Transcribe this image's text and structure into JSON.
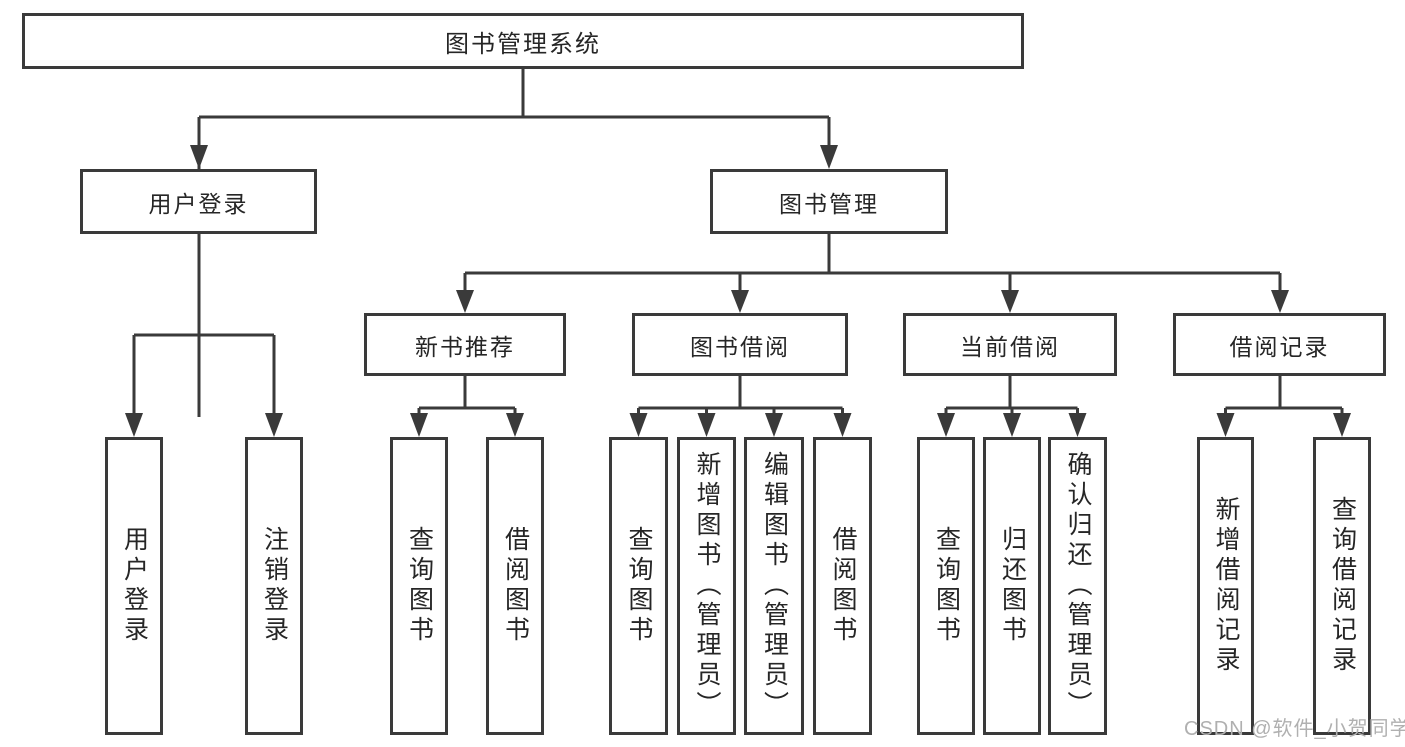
{
  "title": "图书管理系统",
  "level1": {
    "user_login": "用户登录",
    "book_management": "图书管理"
  },
  "level2": {
    "new_book_recommend": "新书推荐",
    "book_borrow": "图书借阅",
    "current_borrow": "当前借阅",
    "borrow_record": "借阅记录"
  },
  "leaves": {
    "user_login": [
      "用户登录",
      "注销登录"
    ],
    "new_book_recommend": [
      "查询图书",
      "借阅图书"
    ],
    "book_borrow": [
      "查询图书",
      "新增图书（管理员）",
      "编辑图书（管理员）",
      "借阅图书"
    ],
    "current_borrow": [
      "查询图书",
      "归还图书",
      "确认归还（管理员）"
    ],
    "borrow_record": [
      "新增借阅记录",
      "查询借阅记录"
    ]
  },
  "watermark": "CSDN @软件_小贺同学",
  "colors": {
    "line": "#3a3a3a",
    "text": "#262626",
    "watermark": "#b0b0b0",
    "background": "#ffffff"
  }
}
